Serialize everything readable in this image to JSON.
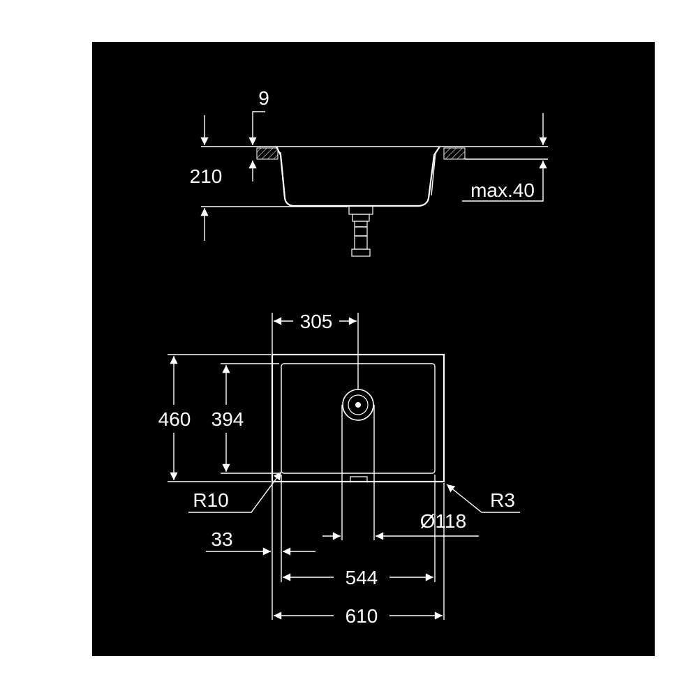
{
  "section_view": {
    "dimensions": {
      "flange": "9",
      "depth": "210",
      "worktop": "max.40"
    }
  },
  "plan_view": {
    "dimensions": {
      "drain_offset": "305",
      "outer_depth": "460",
      "inner_depth": "394",
      "inner_radius": "R10",
      "outer_radius": "R3",
      "drain_diameter": "Ø118",
      "edge_offset": "33",
      "inner_width": "544",
      "outer_width": "610"
    }
  },
  "colors": {
    "background": "#000000",
    "lines": "#ffffff"
  }
}
